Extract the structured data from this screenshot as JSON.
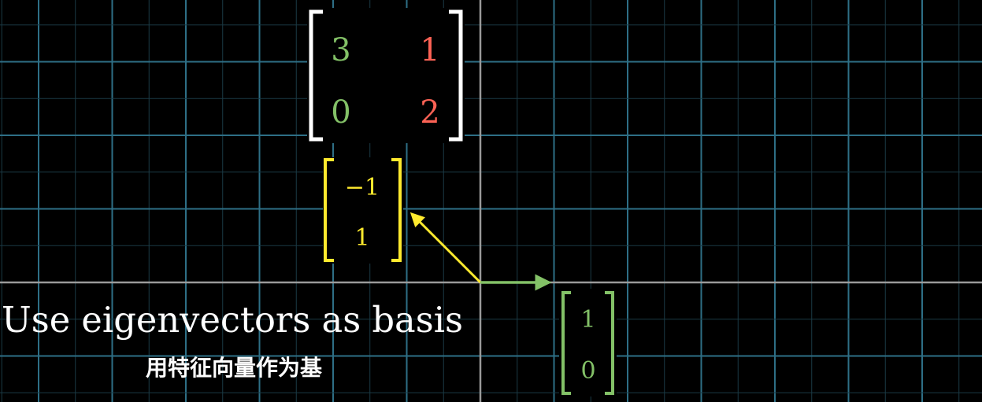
{
  "colors": {
    "background": "#000000",
    "grid_major": "#2e6f86",
    "grid_minor": "#1b3a45",
    "axis": "#9a9a9a",
    "white": "#ffffff",
    "green": "#83c167",
    "red": "#fc6255",
    "yellow": "#ffea2e"
  },
  "matrix": {
    "cells": [
      [
        "3",
        "1"
      ],
      [
        "0",
        "2"
      ]
    ],
    "column_colors": [
      "green",
      "red"
    ]
  },
  "eigenvector_yellow": {
    "entries": [
      "−1",
      "1"
    ]
  },
  "eigenvector_green": {
    "entries": [
      "1",
      "0"
    ]
  },
  "caption": {
    "english": "Use eigenvectors as basis",
    "chinese": "用特征向量作为基"
  },
  "icons": {
    "arrow_green": "arrow-right-icon",
    "arrow_yellow": "arrow-up-left-icon"
  }
}
